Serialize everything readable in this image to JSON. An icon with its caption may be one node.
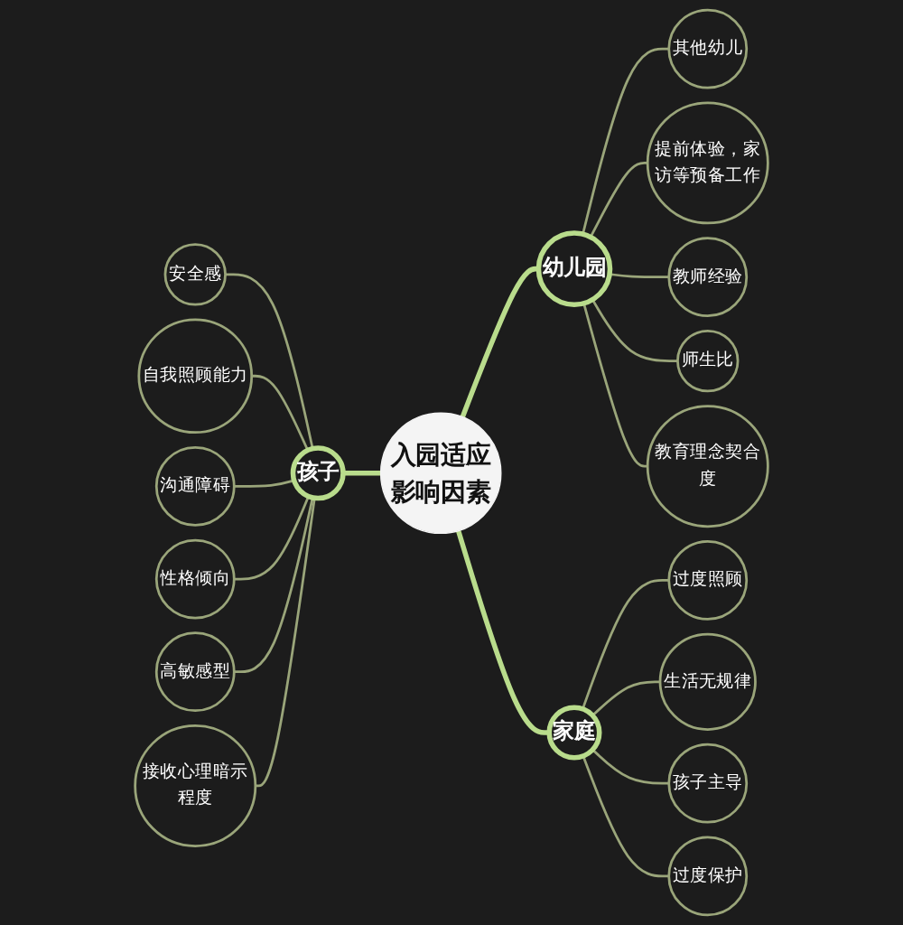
{
  "diagram": {
    "nodes": [
      {
        "text": [
          "入园适应影响因素"
        ]
      },
      {
        "text": [
          "孩子"
        ]
      },
      {
        "text": [
          "安全感"
        ]
      },
      {
        "text": [
          "自我照顾能力"
        ]
      },
      {
        "text": [
          "沟通障碍"
        ]
      },
      {
        "text": [
          "性格倾向"
        ]
      },
      {
        "text": [
          "高敏感型"
        ]
      },
      {
        "text": [
          "接收心理暗示程度"
        ]
      },
      {
        "text": [
          "幼儿园"
        ]
      },
      {
        "text": [
          "其他幼儿"
        ]
      },
      {
        "text": [
          "提前体验，家访等预备工作"
        ]
      },
      {
        "text": [
          "教师经验"
        ]
      },
      {
        "text": [
          "师生比"
        ]
      },
      {
        "text": [
          "教育理念契合度"
        ]
      },
      {
        "text": [
          "家庭"
        ]
      },
      {
        "text": [
          "过度照顾"
        ]
      },
      {
        "text": [
          "生活无规律"
        ]
      },
      {
        "text": [
          "孩子主导"
        ]
      },
      {
        "text": [
          "过度保护"
        ]
      }
    ],
    "edges": [
      {
        "from": 1,
        "to": 0,
        "arrow": "none"
      },
      {
        "from": 0,
        "to": 8,
        "arrow": "none"
      },
      {
        "from": 0,
        "to": 14,
        "arrow": "none"
      },
      {
        "from": 2,
        "to": 1,
        "arrow": "none"
      },
      {
        "from": 3,
        "to": 1,
        "arrow": "none"
      },
      {
        "from": 4,
        "to": 1,
        "arrow": "none"
      },
      {
        "from": 5,
        "to": 1,
        "arrow": "none"
      },
      {
        "from": 6,
        "to": 1,
        "arrow": "none"
      },
      {
        "from": 7,
        "to": 1,
        "arrow": "none"
      },
      {
        "from": 8,
        "to": 9,
        "arrow": "none"
      },
      {
        "from": 8,
        "to": 10,
        "arrow": "none"
      },
      {
        "from": 8,
        "to": 11,
        "arrow": "none"
      },
      {
        "from": 8,
        "to": 12,
        "arrow": "none"
      },
      {
        "from": 8,
        "to": 13,
        "arrow": "none"
      },
      {
        "from": 14,
        "to": 15,
        "arrow": "none"
      },
      {
        "from": 14,
        "to": 16,
        "arrow": "none"
      },
      {
        "from": 14,
        "to": 17,
        "arrow": "none"
      },
      {
        "from": 14,
        "to": 18,
        "arrow": "none"
      }
    ]
  }
}
